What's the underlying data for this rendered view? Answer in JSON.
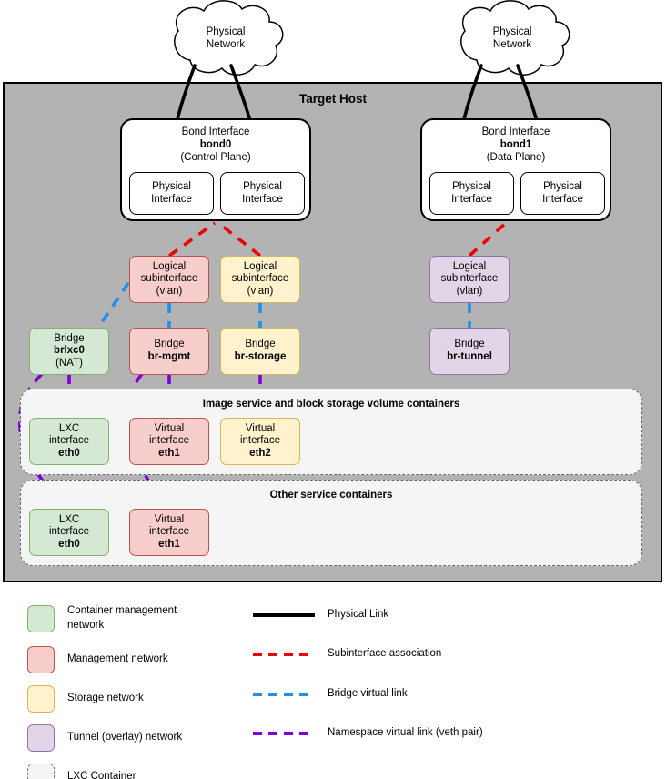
{
  "diagram": {
    "title": "Target Host",
    "clouds": [
      {
        "id": "cloud-left",
        "label_line1": "Physical",
        "label_line2": "Network"
      },
      {
        "id": "cloud-right",
        "label_line1": "Physical",
        "label_line2": "Network"
      }
    ],
    "bonds": [
      {
        "id": "bond0",
        "title": "Bond Interface",
        "name": "bond0",
        "role": "(Control Plane)",
        "ports": [
          {
            "line1": "Physical",
            "line2": "Interface"
          },
          {
            "line1": "Physical",
            "line2": "Interface"
          }
        ]
      },
      {
        "id": "bond1",
        "title": "Bond Interface",
        "name": "bond1",
        "role": "(Data Plane)",
        "ports": [
          {
            "line1": "Physical",
            "line2": "Interface"
          },
          {
            "line1": "Physical",
            "line2": "Interface"
          }
        ]
      }
    ],
    "subinterfaces": [
      {
        "id": "subif-mgmt",
        "line1": "Logical",
        "line2": "subinterface",
        "line3": "(vlan)",
        "color": "red"
      },
      {
        "id": "subif-storage",
        "line1": "Logical",
        "line2": "subinterface",
        "line3": "(vlan)",
        "color": "yellow"
      },
      {
        "id": "subif-tunnel",
        "line1": "Logical",
        "line2": "subinterface",
        "line3": "(vlan)",
        "color": "purple"
      }
    ],
    "bridges": [
      {
        "id": "bridge-brlxc0",
        "line1": "Bridge",
        "name": "brlxc0",
        "line3": "(NAT)",
        "color": "green"
      },
      {
        "id": "bridge-br-mgmt",
        "line1": "Bridge",
        "name": "br-mgmt",
        "line3": "",
        "color": "red"
      },
      {
        "id": "bridge-br-storage",
        "line1": "Bridge",
        "name": "br-storage",
        "line3": "",
        "color": "yellow"
      },
      {
        "id": "bridge-br-tunnel",
        "line1": "Bridge",
        "name": "br-tunnel",
        "line3": "",
        "color": "purple"
      }
    ],
    "container_groups": [
      {
        "id": "group-image-storage",
        "title": "Image service and block storage volume containers",
        "interfaces": [
          {
            "id": "iface-eth0-a",
            "line1": "LXC",
            "line2": "interface",
            "name": "eth0",
            "color": "green"
          },
          {
            "id": "iface-eth1-a",
            "line1": "Virtual",
            "line2": "interface",
            "name": "eth1",
            "color": "red"
          },
          {
            "id": "iface-eth2-a",
            "line1": "Virtual",
            "line2": "interface",
            "name": "eth2",
            "color": "yellow"
          }
        ]
      },
      {
        "id": "group-other-services",
        "title": "Other service containers",
        "interfaces": [
          {
            "id": "iface-eth0-b",
            "line1": "LXC",
            "line2": "interface",
            "name": "eth0",
            "color": "green"
          },
          {
            "id": "iface-eth1-b",
            "line1": "Virtual",
            "line2": "interface",
            "name": "eth1",
            "color": "red"
          }
        ]
      }
    ]
  },
  "legend": {
    "swatches": [
      {
        "id": "legend-container-management",
        "label": "Container management\nnetwork",
        "fill": "#d5e8d4",
        "stroke": "#82b366"
      },
      {
        "id": "legend-management",
        "label": "Management network",
        "fill": "#f8cecc",
        "stroke": "#b85450"
      },
      {
        "id": "legend-storage",
        "label": "Storage network",
        "fill": "#fff2cc",
        "stroke": "#d6b656"
      },
      {
        "id": "legend-tunnel",
        "label": "Tunnel (overlay) network",
        "fill": "#e1d5e7",
        "stroke": "#9673a6"
      },
      {
        "id": "legend-lxc-container",
        "label": "LXC Container",
        "fill": "#f5f5f5",
        "stroke": "#777777"
      }
    ],
    "lines": [
      {
        "id": "legend-physical-link",
        "label": "Physical Link",
        "style": "solid",
        "color": "#000000"
      },
      {
        "id": "legend-subinterface-association",
        "label": "Subinterface association",
        "style": "dashed",
        "color": "#ef0000"
      },
      {
        "id": "legend-bridge-virtual-link",
        "label": "Bridge virtual link",
        "style": "dashed",
        "color": "#1f8fe8"
      },
      {
        "id": "legend-namespace-virtual-link",
        "label": "Namespace virtual link (veth pair)",
        "style": "dashed",
        "color": "#7f00d4"
      }
    ]
  },
  "colors": {
    "host_fill": "#b3b3b3",
    "green_fill": "#d5e8d4",
    "green_stroke": "#82b366",
    "red_fill": "#f8cecc",
    "red_stroke": "#b85450",
    "yellow_fill": "#fff2cc",
    "yellow_stroke": "#d6b656",
    "purple_fill": "#e1d5e7",
    "purple_stroke": "#9673a6",
    "link_physical": "#000000",
    "link_subinterface": "#ef0000",
    "link_bridge": "#1f8fe8",
    "link_namespace": "#7f00d4"
  }
}
